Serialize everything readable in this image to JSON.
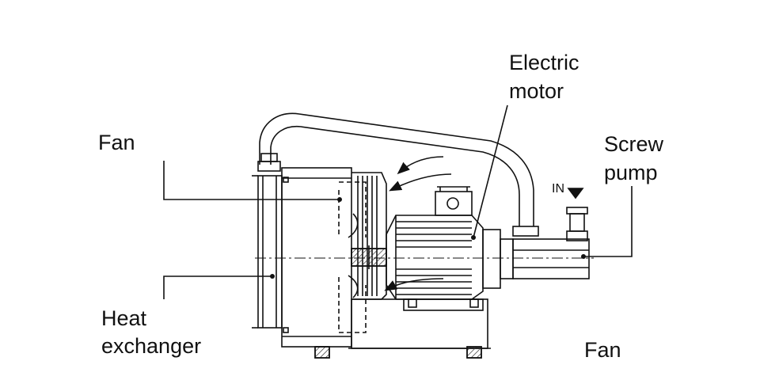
{
  "labels": {
    "fan_left": "Fan",
    "heat_exchanger_line1": "Heat",
    "heat_exchanger_line2": "exchanger",
    "electric_motor_line1": "Electric",
    "electric_motor_line2": "motor",
    "screw_pump_line1": "Screw",
    "screw_pump_line2": "pump",
    "fan_bottom": "Fan",
    "inlet": "IN"
  },
  "colors": {
    "ink": "#111111",
    "paper": "#ffffff",
    "hatch": "#555555"
  }
}
